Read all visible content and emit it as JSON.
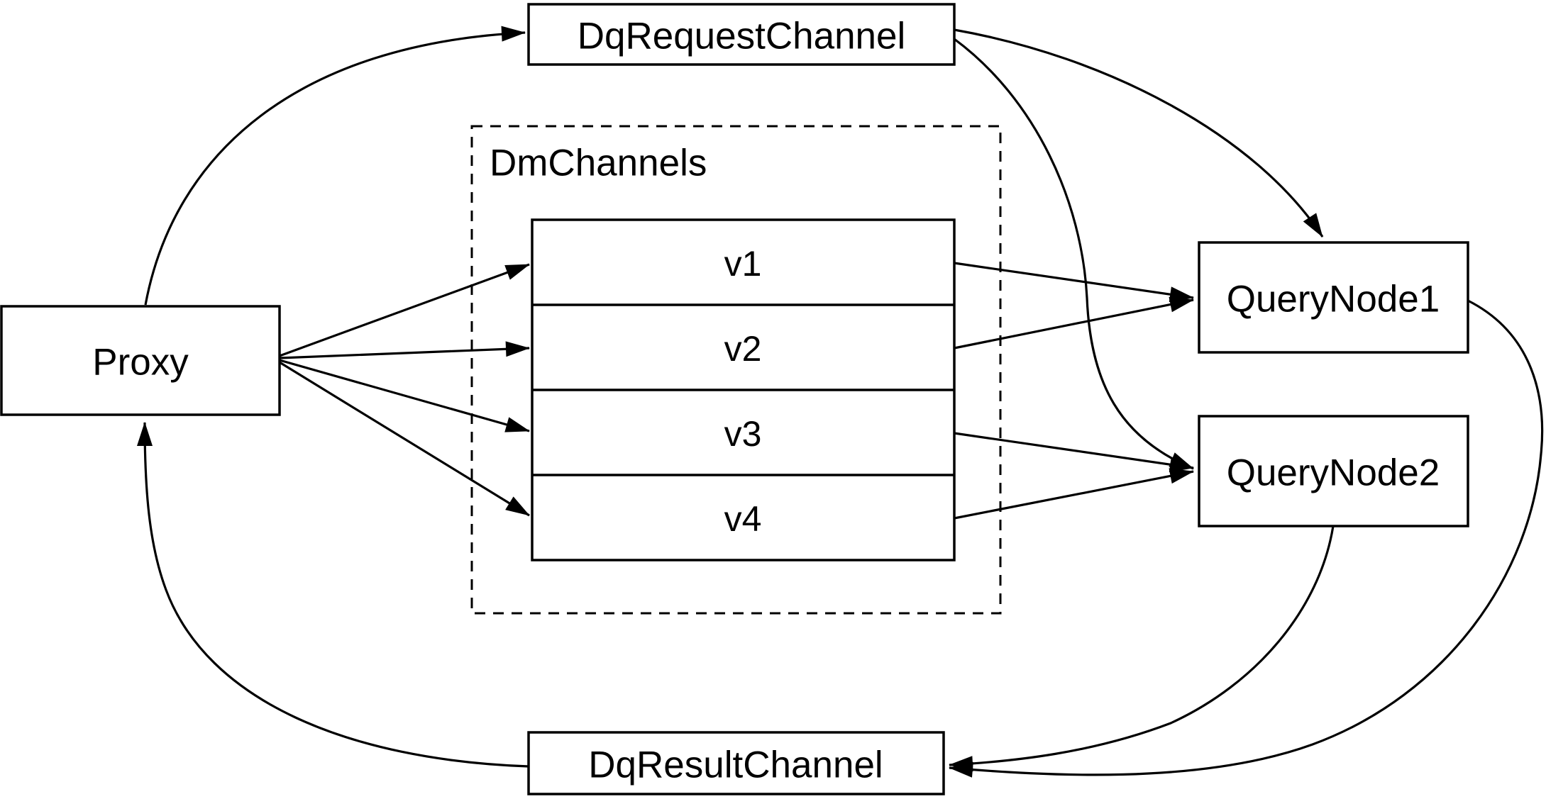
{
  "diagram": {
    "background_color": "#ffffff",
    "stroke_color": "#000000",
    "node_fill_color": "#ffffff",
    "nodes": {
      "proxy": {
        "label": "Proxy"
      },
      "dq_request_channel": {
        "label": "DqRequestChannel"
      },
      "dm_channels_group": {
        "label": "DmChannels"
      },
      "channels": [
        {
          "label": "v1"
        },
        {
          "label": "v2"
        },
        {
          "label": "v3"
        },
        {
          "label": "v4"
        }
      ],
      "query_node_1": {
        "label": "QueryNode1"
      },
      "query_node_2": {
        "label": "QueryNode2"
      },
      "dq_result_channel": {
        "label": "DqResultChannel"
      }
    },
    "edges": [
      {
        "from": "proxy",
        "to": "dq_request_channel"
      },
      {
        "from": "dq_request_channel",
        "to": "query_node_1"
      },
      {
        "from": "dq_request_channel",
        "to": "query_node_2"
      },
      {
        "from": "proxy",
        "to": "v1"
      },
      {
        "from": "proxy",
        "to": "v2"
      },
      {
        "from": "proxy",
        "to": "v3"
      },
      {
        "from": "proxy",
        "to": "v4"
      },
      {
        "from": "v1",
        "to": "query_node_1"
      },
      {
        "from": "v2",
        "to": "query_node_1"
      },
      {
        "from": "v3",
        "to": "query_node_2"
      },
      {
        "from": "v4",
        "to": "query_node_2"
      },
      {
        "from": "query_node_1",
        "to": "dq_result_channel"
      },
      {
        "from": "query_node_2",
        "to": "dq_result_channel"
      },
      {
        "from": "dq_result_channel",
        "to": "proxy"
      }
    ]
  }
}
